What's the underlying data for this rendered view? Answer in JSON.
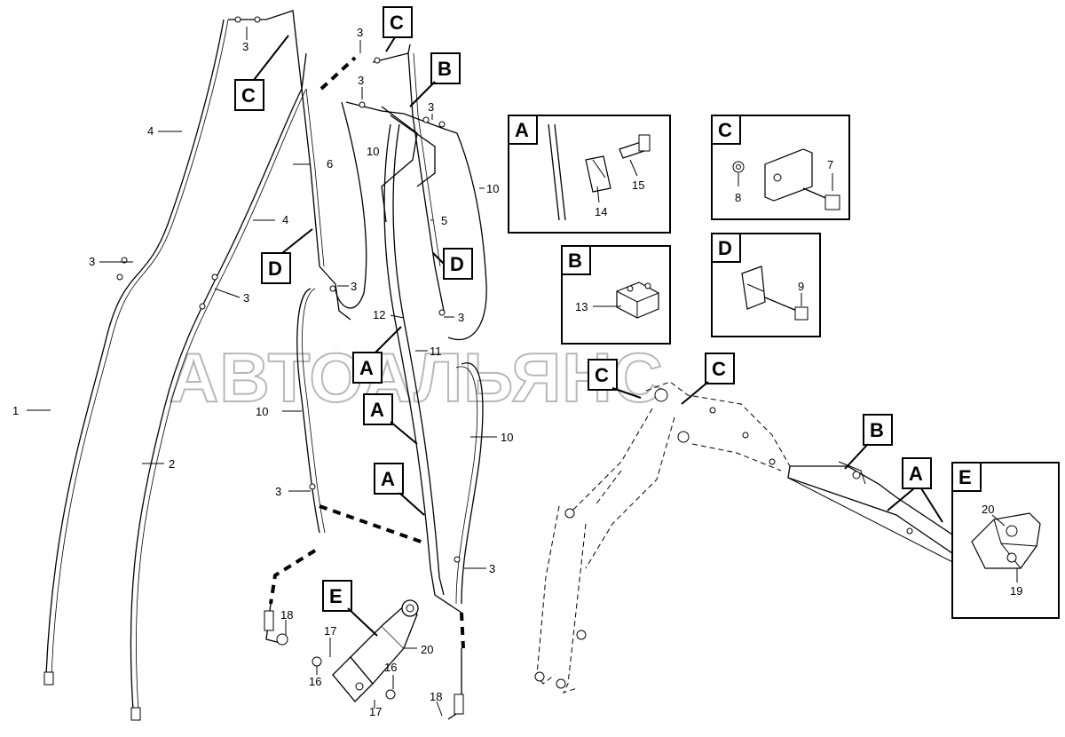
{
  "watermark": "АВТОАЛЬЯНС",
  "callouts": {
    "c_top_left": "C",
    "c_top_mid": "C",
    "b_top": "B",
    "d_left": "D",
    "d_right": "D",
    "a_1": "A",
    "a_2": "A",
    "a_3": "A",
    "e_cyl": "E",
    "c_boom_left": "C",
    "c_boom_right": "C",
    "b_arm": "B",
    "a_arm": "A"
  },
  "insets": {
    "A": {
      "letter": "A",
      "labels": [
        "14",
        "15"
      ]
    },
    "B": {
      "letter": "B",
      "labels": [
        "13"
      ]
    },
    "C": {
      "letter": "C",
      "labels": [
        "7",
        "8"
      ]
    },
    "D": {
      "letter": "D",
      "labels": [
        "9"
      ]
    },
    "E": {
      "letter": "E",
      "labels": [
        "20",
        "19"
      ]
    }
  },
  "part_numbers": {
    "n3_a": "3",
    "n3_b": "3",
    "n3_c": "3",
    "n3_d": "3",
    "n3_e": "3",
    "n3_f": "3",
    "n3_g": "3",
    "n3_h": "3",
    "n3_i": "3",
    "n3_j": "3",
    "n4_a": "4",
    "n4_b": "4",
    "n1": "1",
    "n2": "2",
    "n6": "6",
    "n5": "5",
    "n10_a": "10",
    "n10_b": "10",
    "n10_c": "10",
    "n10_d": "10",
    "n11": "11",
    "n12": "12",
    "n16_a": "16",
    "n16_b": "16",
    "n17_a": "17",
    "n17_b": "17",
    "n18_a": "18",
    "n18_b": "18",
    "n20": "20"
  }
}
